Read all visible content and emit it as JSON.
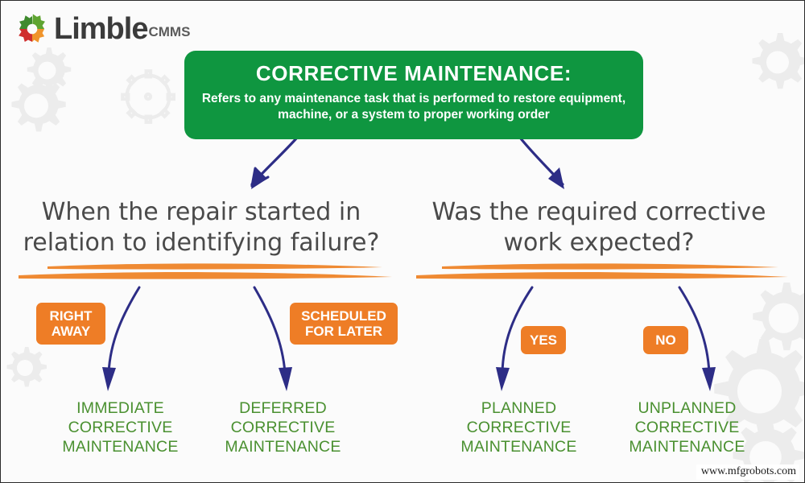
{
  "logo": {
    "mark": "gear-logo-icon",
    "name": "Limble",
    "suffix": "CMMS"
  },
  "header": {
    "title": "CORRECTIVE MAINTENANCE:",
    "description": "Refers to any maintenance task that is performed to restore equipment, machine, or a system to proper working order"
  },
  "branches": [
    {
      "question": "When the repair started in relation to identifying failure?",
      "options": [
        {
          "badge": "RIGHT\nAWAY",
          "outcome": "IMMEDIATE\nCORRECTIVE\nMAINTENANCE"
        },
        {
          "badge": "SCHEDULED\nFOR LATER",
          "outcome": "DEFERRED\nCORRECTIVE\nMAINTENANCE"
        }
      ]
    },
    {
      "question": "Was the required corrective work expected?",
      "options": [
        {
          "badge": "YES",
          "outcome": "PLANNED\nCORRECTIVE\nMAINTENANCE"
        },
        {
          "badge": "NO",
          "outcome": "UNPLANNED\nCORRECTIVE\nMAINTENANCE"
        }
      ]
    }
  ],
  "watermark": "www.mfgrobots.com",
  "colors": {
    "green_box": "#0f9640",
    "orange_badge": "#ee7d26",
    "outcome_green": "#4a9030",
    "arrow_navy": "#2d2d86",
    "underline_orange": "#ef8a33",
    "background": "#fbfbfb"
  }
}
